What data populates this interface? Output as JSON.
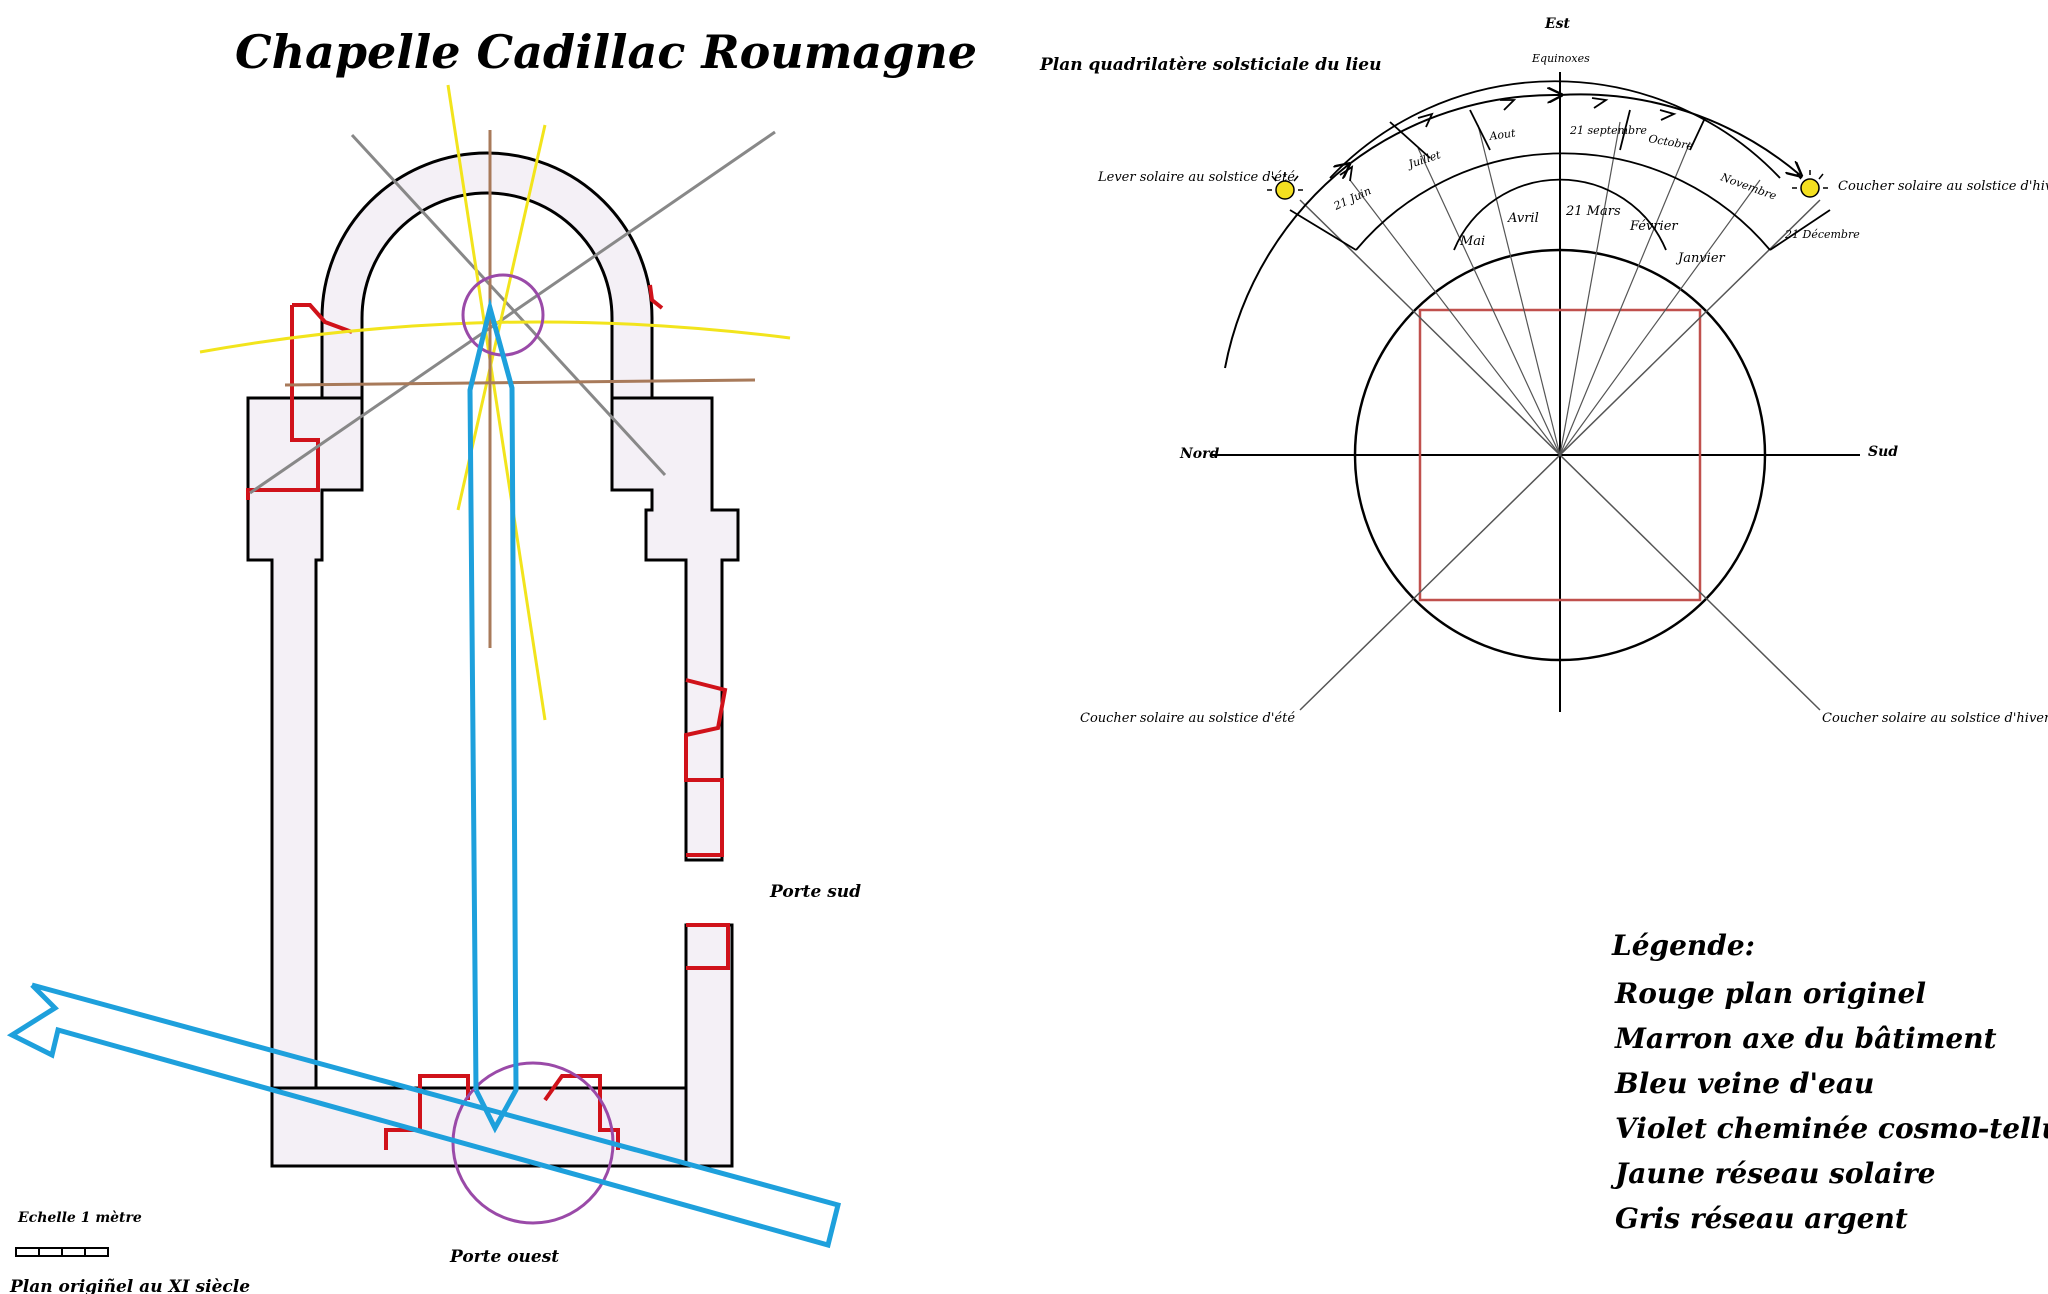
{
  "plan": {
    "title": "Chapelle Cadillac Roumagne",
    "porte_sud": "Porte sud",
    "porte_ouest": "Porte ouest",
    "scale_label": "Echelle 1 mètre",
    "caption": "Plan origiñel au XI siècle"
  },
  "solstice_diagram": {
    "title": "Plan quadrilatère solsticiale du lieu",
    "east": "Est",
    "equinoxes": "Equinoxes",
    "north": "Nord",
    "south": "Sud",
    "outer_ring": [
      "21 Juin",
      "Juillet",
      "Aout",
      "21 septembre",
      "Octobre",
      "Novembre",
      "21 Décembre"
    ],
    "inner_ring": [
      "Mai",
      "Avril",
      "21 Mars",
      "Février",
      "Janvier"
    ],
    "lever_ete": "Lever solaire au solstice d'été",
    "coucher_hiver_top": "Coucher solaire au solstice d'hiver",
    "coucher_ete": "Coucher solaire au solstice d'été",
    "coucher_hiver_bottom": "Coucher solaire au solstice d'hiver"
  },
  "legend": {
    "title": "Légende:",
    "items": [
      "Rouge plan originel",
      "Marron axe du bâtiment",
      "Bleu veine d'eau",
      "Violet cheminée cosmo-tellurique",
      "Jaune réseau solaire",
      "Gris réseau argent"
    ]
  },
  "colors": {
    "wall_fill": "#f4f0f6",
    "original_plan": "#d0121a",
    "building_axis": "#a87a5a",
    "water_vein": "#1ea0dc",
    "chimney": "#9a4aa8",
    "solar_network": "#f2e41c",
    "silver_network": "#888888",
    "square": "#c0504d",
    "sun": "#f4e020"
  }
}
